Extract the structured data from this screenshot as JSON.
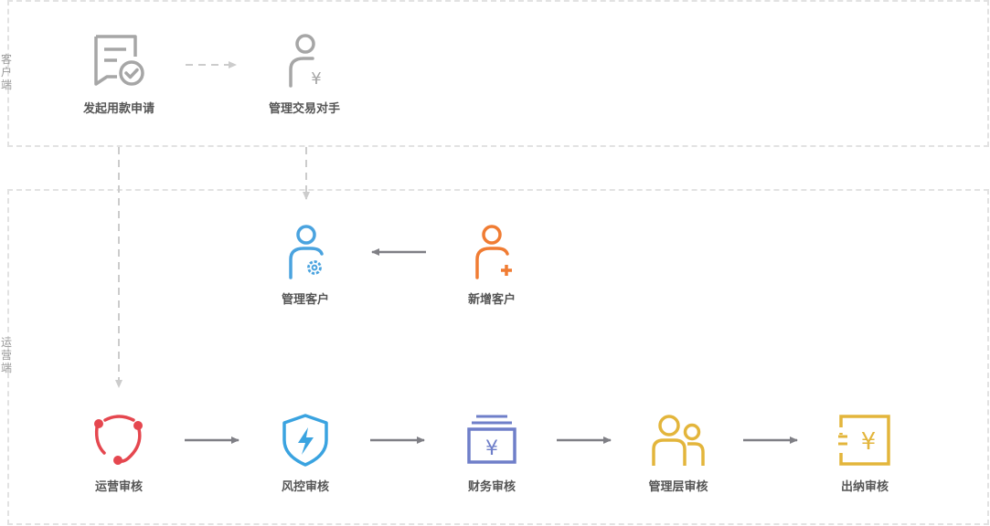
{
  "zones": {
    "client": {
      "label": "客户端"
    },
    "operations": {
      "label": "运营端"
    }
  },
  "nodes": {
    "apply_loan": {
      "label": "发起用款申请",
      "icon": "document-check-icon",
      "color": "#a6a6a6"
    },
    "manage_counterparty": {
      "label": "管理交易对手",
      "icon": "person-yen-icon",
      "color": "#a6a6a6"
    },
    "manage_customer": {
      "label": "管理客户",
      "icon": "person-gear-icon",
      "color": "#4aa3df"
    },
    "add_customer": {
      "label": "新增客户",
      "icon": "person-add-icon",
      "color": "#f07c33"
    },
    "operations_review": {
      "label": "运营审核",
      "icon": "cycle-icon",
      "color": "#e5474f"
    },
    "risk_review": {
      "label": "风控审核",
      "icon": "shield-bolt-icon",
      "color": "#3aa3e0"
    },
    "finance_review": {
      "label": "财务审核",
      "icon": "yen-stack-icon",
      "color": "#6f7fc9"
    },
    "management_review": {
      "label": "管理层审核",
      "icon": "people-icon",
      "color": "#e3b53b"
    },
    "cashier_review": {
      "label": "出纳审核",
      "icon": "yen-box-icon",
      "color": "#e3b53b"
    }
  },
  "colors": {
    "arrow": "#7f7f85",
    "dashed_arrow": "#cccccc",
    "zone_border": "#e2e2e2"
  }
}
